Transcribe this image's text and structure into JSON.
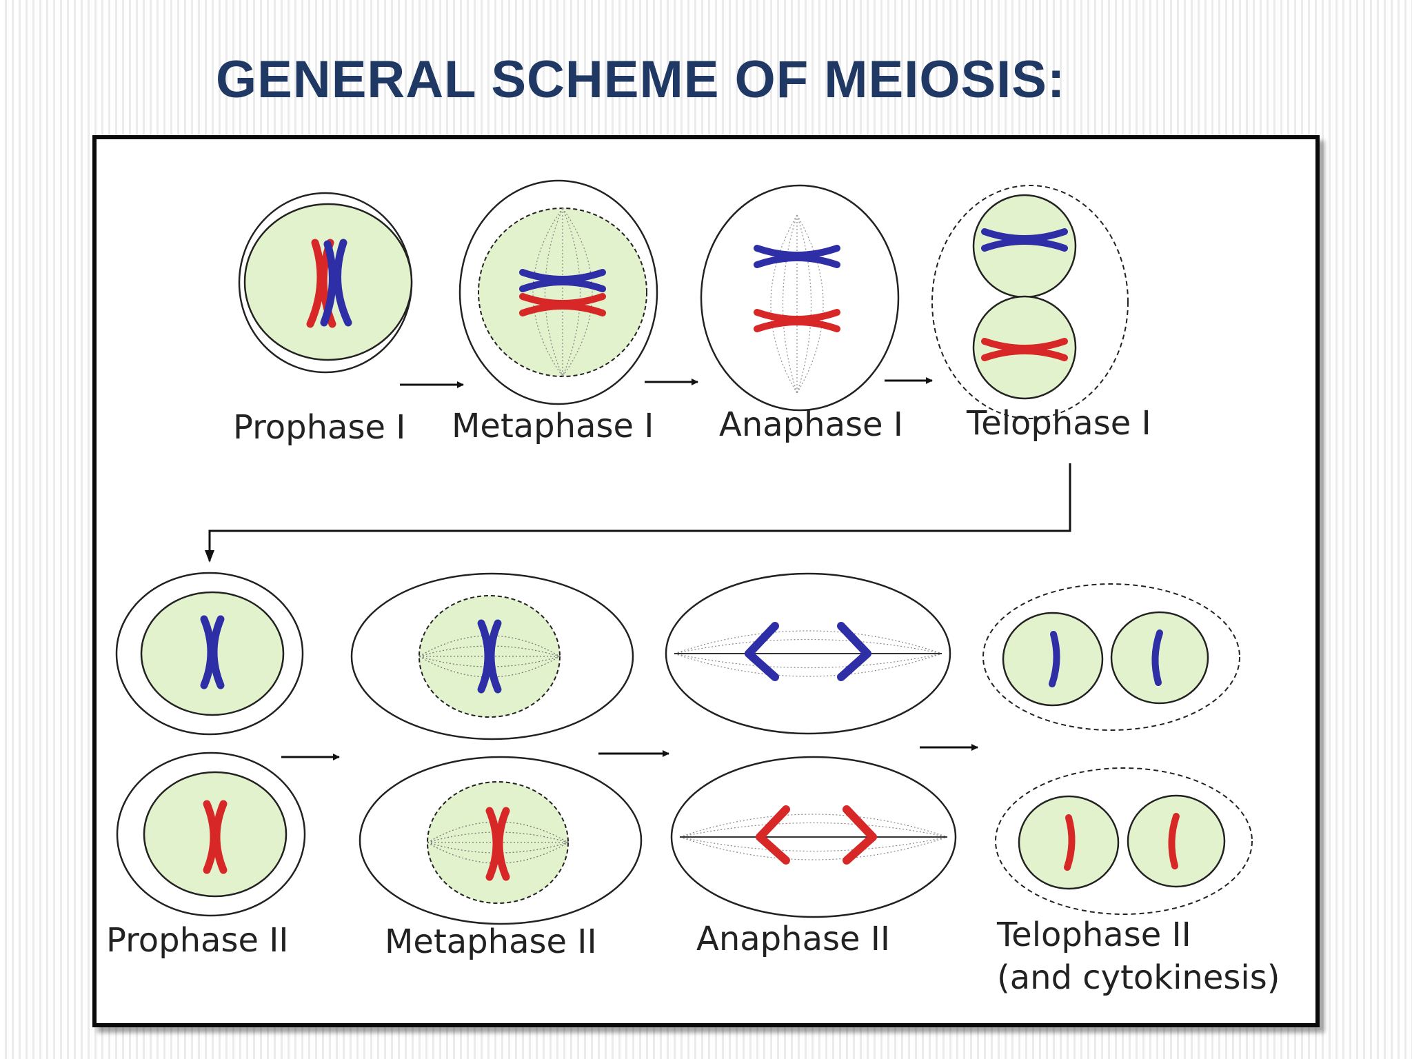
{
  "title": "GENERAL SCHEME OF MEIOSIS:",
  "colors": {
    "title": "#1f3864",
    "nucleus": "#e2f2cd",
    "chromosome_blue": "#2e2ea6",
    "chromosome_red": "#d82727"
  },
  "stages": {
    "prophase_1": "Prophase I",
    "metaphase_1": "Metaphase I",
    "anaphase_1": "Anaphase I",
    "telophase_1": "Telophase I",
    "prophase_2": "Prophase II",
    "metaphase_2": "Metaphase II",
    "anaphase_2": "Anaphase II",
    "telophase_2_line1": "Telophase II",
    "telophase_2_line2": "(and cytokinesis)"
  }
}
